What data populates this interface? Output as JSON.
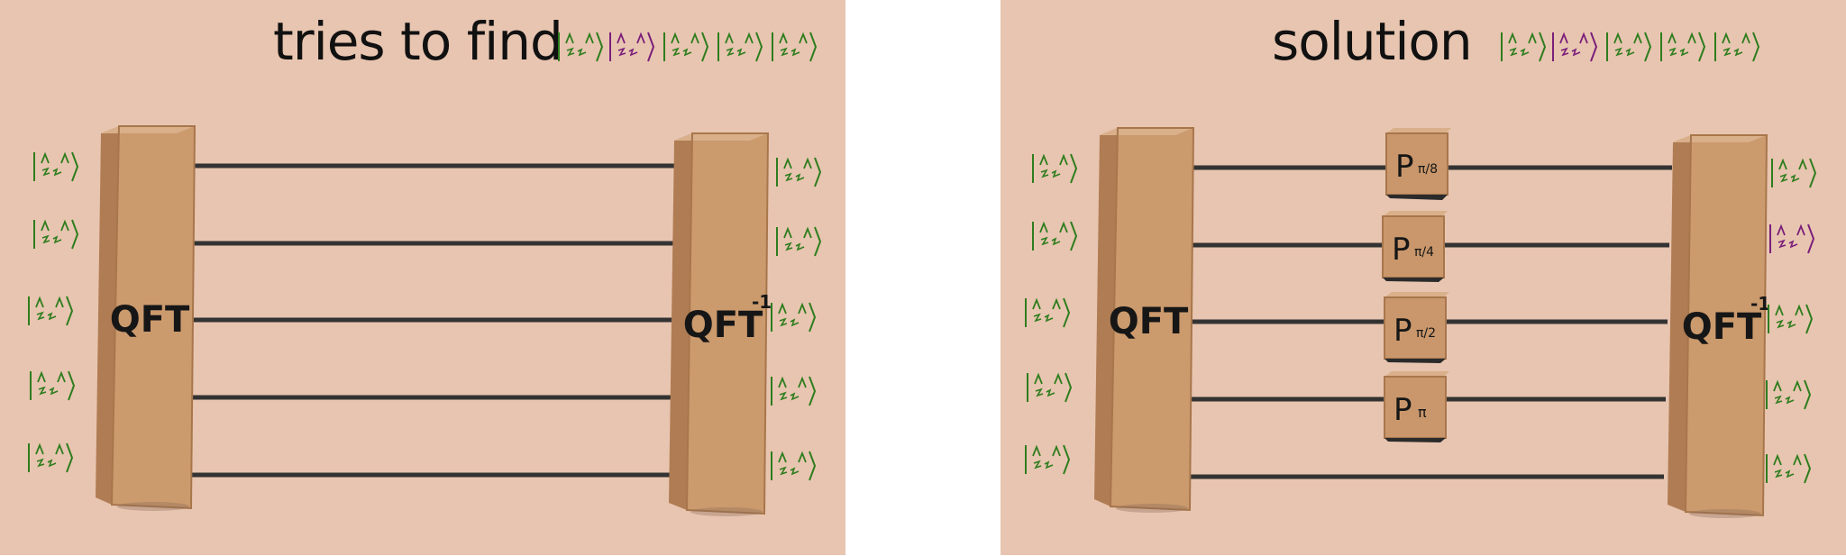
{
  "left_panel": {
    "title": "tries to find",
    "qft_label": "QFT",
    "qft_inverse_label": "QFT",
    "qft_inverse_superscript": "-1"
  },
  "right_panel": {
    "title": "solution",
    "qft_label": "QFT",
    "qft_inverse_label": "QFT",
    "qft_inverse_superscript": "-1",
    "phase_gates": [
      {
        "letter": "P",
        "arg": "π/8"
      },
      {
        "letter": "P",
        "arg": "π/4"
      },
      {
        "letter": "P",
        "arg": "π/2"
      },
      {
        "letter": "P",
        "arg": "π"
      }
    ]
  },
  "colors": {
    "background": "#e8c5b0",
    "box": "#c9976b",
    "box_dark": "#a8764c",
    "wire": "#333333",
    "state_green": "#2e7d1e",
    "state_purple": "#7a1f7a"
  },
  "icons": [
    "cat-ket-icon"
  ]
}
